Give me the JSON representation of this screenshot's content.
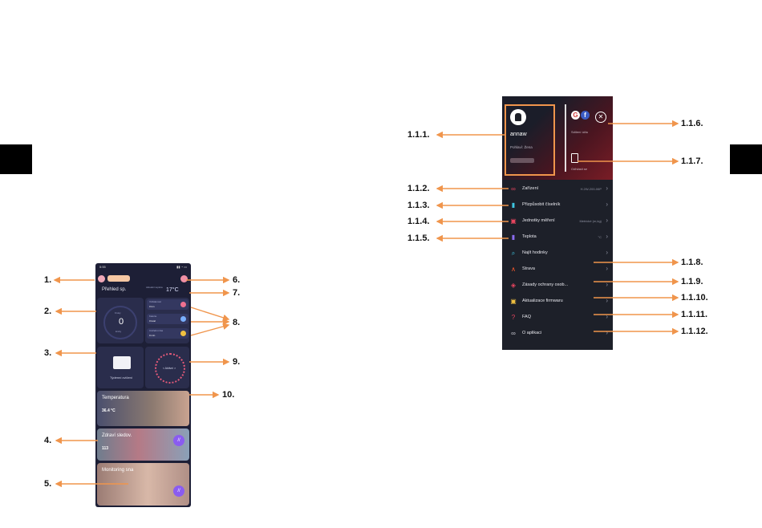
{
  "callouts_left": [
    "1.",
    "2.",
    "3.",
    "4.",
    "5.",
    "6.",
    "7.",
    "8.",
    "9.",
    "10."
  ],
  "callouts_right": [
    "1.1.1.",
    "1.1.2.",
    "1.1.3.",
    "1.1.4.",
    "1.1.5.",
    "1.1.6.",
    "1.1.7.",
    "1.1.8.",
    "1.1.9.",
    "1.1.10.",
    "1.1.11.",
    "1.1.12."
  ],
  "home": {
    "status_time": "5:55",
    "title": "Přehled sp.",
    "weather_label": "Aktuální teplota",
    "weather": "17°C",
    "ring_label": "Kroky",
    "ring_value": "0",
    "ring_unit": "kroky",
    "metrics": [
      {
        "label": "Vzdálenost",
        "value": "0 km",
        "color": "#f07090"
      },
      {
        "label": "Kalorie",
        "value": "0 kcal",
        "color": "#7ab0ff"
      },
      {
        "label": "Cvičební čas",
        "value": "0 min",
        "color": "#f0c040"
      }
    ],
    "workout_label": "Týdenní cvičení",
    "dial_label": "< Aktivní >",
    "temperature": {
      "title": "Temperatura",
      "value": "36.4 °C"
    },
    "health": {
      "title": "Zdraví sledov.",
      "value": "113"
    },
    "sleep": {
      "title": "Monitoring sna"
    }
  },
  "menu": {
    "username": "annaw",
    "gender": "Pohlaví: Žena",
    "social_label": "Sdílení účtu",
    "connect_label": "Odhlásit se",
    "items": [
      {
        "label": "Zařízení",
        "value": "H.2W-200-06P",
        "icon": "link-icon",
        "color": "#e8455f"
      },
      {
        "label": "Přizpůsobit číselník",
        "value": "",
        "icon": "watch-icon",
        "color": "#3ec6e0"
      },
      {
        "label": "Jednotky měření",
        "value": "Metrické (m,kg)",
        "icon": "ruler-icon",
        "color": "#e8455f"
      },
      {
        "label": "Teplota",
        "value": "°C",
        "icon": "thermometer-icon",
        "color": "#8b6cf0"
      },
      {
        "label": "Najít hodinky",
        "value": "",
        "icon": "search-icon",
        "color": "#3ec6e0"
      },
      {
        "label": "Strava",
        "value": "",
        "icon": "strava-icon",
        "color": "#fc5a2c"
      },
      {
        "label": "Zásady ochrany osob...",
        "value": "",
        "icon": "shield-icon",
        "color": "#e8455f"
      },
      {
        "label": "Aktualizace firmwaru",
        "value": "",
        "icon": "update-icon",
        "color": "#f0c040"
      },
      {
        "label": "FAQ",
        "value": "",
        "icon": "question-icon",
        "color": "#e8455f"
      },
      {
        "label": "O aplikaci",
        "value": "",
        "icon": "infinity-icon",
        "color": "#c8c8d0"
      }
    ]
  },
  "colors": {
    "arrow": "#f0954c",
    "phone_bg": "#1d1f36",
    "menu_bg": "#1d2029"
  }
}
